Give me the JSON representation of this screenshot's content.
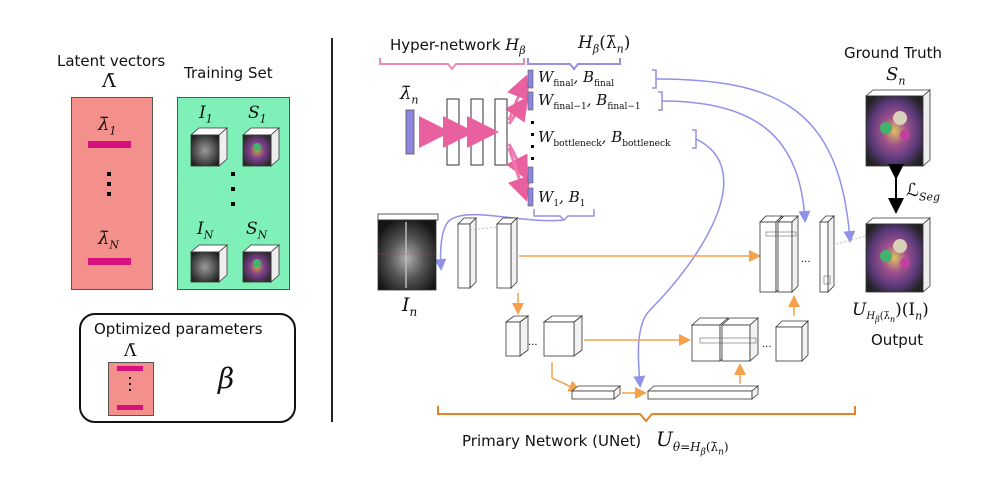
{
  "left_panel": {
    "latent_title": "Latent vectors",
    "latent_symbol": "Λ̄",
    "latent_first": "λ̄",
    "latent_first_sub": "1",
    "latent_last": "λ̄",
    "latent_last_sub": "N",
    "training_title": "Training Set",
    "img_first": "I",
    "img_first_sub": "1",
    "seg_first": "S",
    "seg_first_sub": "1",
    "img_last": "I",
    "img_last_sub": "N",
    "seg_last": "S",
    "seg_last_sub": "N",
    "optimized_title": "Optimized parameters",
    "opt_symbol": "Λ̄",
    "beta": "β"
  },
  "hyper": {
    "title": "Hyper-network",
    "title_symbol": "H",
    "title_sub": "β",
    "output_label": "H",
    "output_sub": "β",
    "output_arg": "(λ̄",
    "output_arg_sub": "n",
    "output_close": ")",
    "input_symbol": "λ̄",
    "input_sub": "n",
    "w_final": "W",
    "w_final_sub": "final",
    "b_final": "B",
    "b_final_sub": "final",
    "w_final1": "W",
    "w_final1_sub": "final−1",
    "b_final1": "B",
    "b_final1_sub": "final−1",
    "w_bottle": "W",
    "w_bottle_sub": "bottleneck",
    "b_bottle": "B",
    "b_bottle_sub": "bottleneck",
    "w_1": "W",
    "w_1_sub": "1",
    "b_1": "B",
    "b_1_sub": "1"
  },
  "primary": {
    "title": "Primary Network (UNet)",
    "symbol": "U",
    "symbol_sub": "θ=H",
    "symbol_subsub": "β",
    "symbol_arg": "(λ̄",
    "symbol_arg_sub": "n",
    "symbol_close": ")",
    "input_symbol": "I",
    "input_sub": "n",
    "ellipsis": "..."
  },
  "right": {
    "gt_title": "Ground Truth",
    "gt_symbol": "S",
    "gt_sub": "n",
    "loss_symbol": "ℒ",
    "loss_sub": "Seg",
    "out_symbol": "U",
    "out_sub": "H",
    "out_subsub": "β",
    "out_arg_inner": "(λ̄",
    "out_arg_inner_sub": "n",
    "out_arg": ")(I",
    "out_arg_sub": "n",
    "out_close": ")",
    "output_title": "Output"
  },
  "colors": {
    "latent_box": "#f4908c",
    "training_box": "#7ff0b8",
    "latent_bar": "#d6117e",
    "hyper_brace": "#e88bb8",
    "hyper_arrow": "#f07ab0",
    "param_bar": "#8d86e0",
    "blue_arrow": "#8f92e8",
    "orange": "#f5a04a",
    "primary_brace": "#e6822c"
  }
}
